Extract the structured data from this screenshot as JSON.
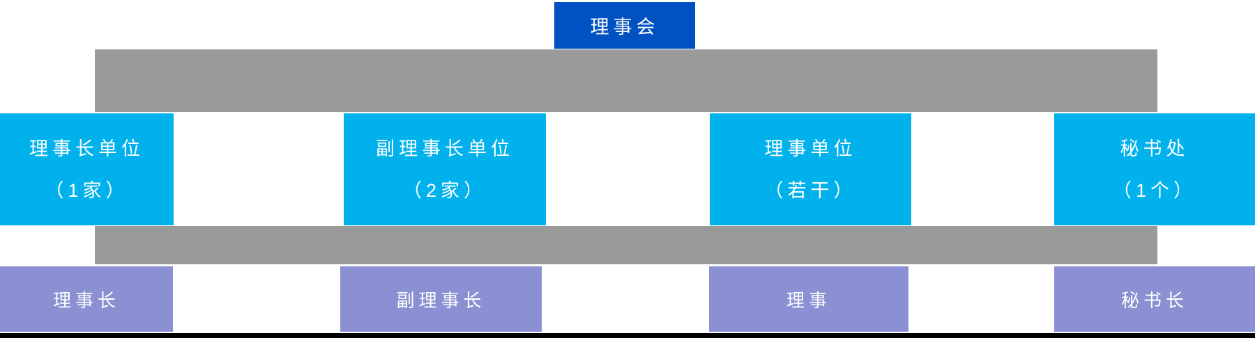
{
  "org_chart": {
    "root": {
      "label": "理事会"
    },
    "units": [
      {
        "line1": "理事长单位",
        "line2": "（1家）"
      },
      {
        "line1": "副理事长单位",
        "line2": "（2家）"
      },
      {
        "line1": "理事单位",
        "line2": "（若干）"
      },
      {
        "line1": "秘书处",
        "line2": "（1个）"
      }
    ],
    "roles": [
      {
        "label": "理事长"
      },
      {
        "label": "副理事长"
      },
      {
        "label": "理事"
      },
      {
        "label": "秘书长"
      }
    ],
    "colors": {
      "root_blue": "#0052c2",
      "unit_cyan": "#00b1ec",
      "connector_gray": "#9a9a9a",
      "role_purple": "#8a90d2",
      "bottom_rule_black": "#000000",
      "text_white": "#ffffff"
    }
  }
}
